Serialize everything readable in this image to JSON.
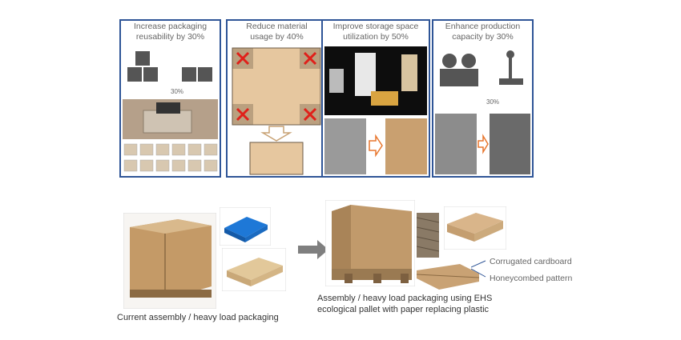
{
  "panels": [
    {
      "title": "Increase packaging\nreusability by 30%",
      "badge": "30%"
    },
    {
      "title": "Reduce material\nusage by 40%"
    },
    {
      "title": "Improve storage space\nutilization by 50%"
    },
    {
      "title": "Enhance production\ncapacity by 30%",
      "badge": "30%"
    }
  ],
  "captions": {
    "current": "Current assembly / heavy load packaging",
    "new_line1": "Assembly / heavy load packaging using EHS",
    "new_line2": "ecological pallet with paper replacing plastic"
  },
  "labels": {
    "corrugated": "Corrugated cardboard",
    "honeycomb": "Honeycombed pattern"
  },
  "colors": {
    "border": "#2f5597",
    "cardboard": "#c8a274",
    "plastic_pallet": "#1e78d7"
  }
}
